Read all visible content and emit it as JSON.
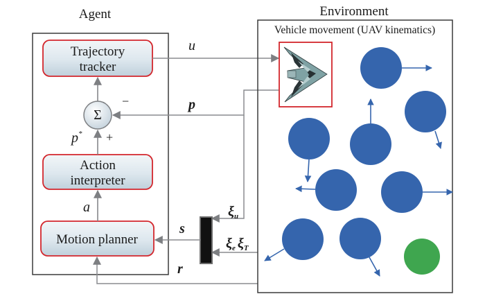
{
  "agent": {
    "title": "Agent",
    "blocks": {
      "trajectory_tracker": [
        "Trajectory",
        "tracker"
      ],
      "sum": "Σ",
      "action_interpreter": [
        "Action",
        "interpreter"
      ],
      "motion_planner": "Motion planner"
    },
    "signs": {
      "minus": "−",
      "plus": "+"
    }
  },
  "environment": {
    "title": "Environment",
    "subtitle": "Vehicle movement (UAV kinematics)",
    "obstacle_color": "#3565ad",
    "goal_color": "#3fa64f",
    "vehicle_icon": "uav-flying-wing-icon"
  },
  "signals": {
    "u": "u",
    "p": "p",
    "p_star": "p",
    "p_star_sup": "*",
    "a": "a",
    "s": "s",
    "r": "r",
    "xi": "ξ",
    "xi_u_sub": "u",
    "xi_e_sub": "e",
    "xi_T_sub": "T"
  },
  "colors": {
    "block_border": "#d3262c",
    "block_fill_top": "#eef3f6",
    "block_fill_bottom": "#c6d5df",
    "arrow": "#808285",
    "frame": "#3a3a3a"
  }
}
